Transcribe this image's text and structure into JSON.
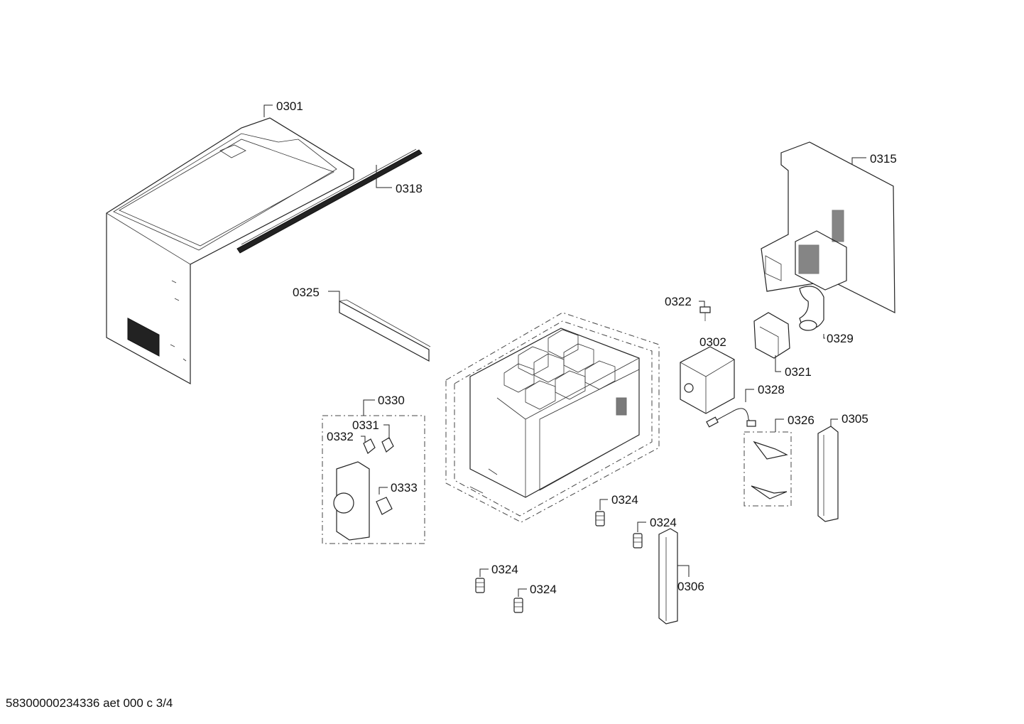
{
  "labels": {
    "p0301": "0301",
    "p0318": "0318",
    "p0315": "0315",
    "p0325": "0325",
    "p0322": "0322",
    "p0302": "0302",
    "p0329": "0329",
    "p0321": "0321",
    "p0328": "0328",
    "p0330": "0330",
    "p0331": "0331",
    "p0332": "0332",
    "p0333": "0333",
    "p0326": "0326",
    "p0305": "0305",
    "p0324a": "0324",
    "p0324b": "0324",
    "p0324c": "0324",
    "p0324d": "0324",
    "p0306": "0306"
  },
  "footer": "58300000234336 aet 000 c 3/4"
}
